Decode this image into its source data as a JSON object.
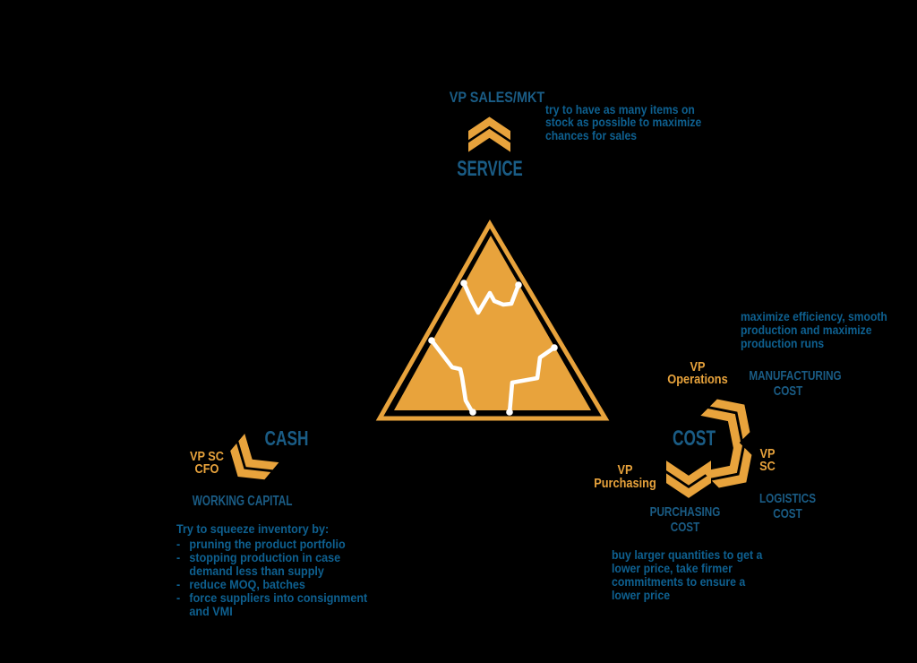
{
  "colors": {
    "accent_orange": "#E8A33C",
    "header_blue": "#1A5C85",
    "body_blue": "#0E6090",
    "crack_white": "#FFFFFF",
    "background": "#000000"
  },
  "triangle": {
    "description": "broken triangle graphic",
    "fill": "#E8A33C",
    "crack_color": "#FFFFFF"
  },
  "service": {
    "vp_label": "VP SALES/MKT",
    "icon": "double-chevron-up",
    "corner_label": "SERVICE",
    "note_lines": [
      "try to have as many items on",
      "stock as possible to maximize",
      "chances for sales"
    ]
  },
  "cash": {
    "corner_label": "CASH",
    "vp_label_lines": [
      "VP SC",
      "CFO"
    ],
    "icon": "double-chevron-down-left",
    "metric_label": "WORKING CAPITAL",
    "note_title": "Try to squeeze inventory by:",
    "note_marker": "-",
    "note_bullets": [
      [
        "pruning the product portfolio"
      ],
      [
        "stopping production in case",
        "demand less than supply"
      ],
      [
        "reduce MOQ, batches"
      ],
      [
        "force suppliers into consignment",
        "and VMI"
      ]
    ]
  },
  "cost": {
    "corner_label": "COST",
    "manufacturing": {
      "vp_label_lines": [
        "VP",
        "Operations"
      ],
      "icon": "double-chevron-up-right",
      "metric_label_lines": [
        "MANUFACTURING",
        "COST"
      ],
      "note_lines": [
        "maximize efficiency, smooth",
        "production and maximize",
        "production runs"
      ]
    },
    "logistics": {
      "vp_label_lines": [
        "VP",
        "SC"
      ],
      "icon": "double-chevron-down-right",
      "metric_label_lines": [
        "LOGISTICS",
        "COST"
      ]
    },
    "purchasing": {
      "vp_label_lines": [
        "VP",
        "Purchasing"
      ],
      "icon": "double-chevron-down",
      "metric_label_lines": [
        "PURCHASING",
        "COST"
      ],
      "note_lines": [
        "buy larger quantities to get a",
        "lower price, take firmer",
        "commitments to ensure a",
        "lower price"
      ]
    }
  }
}
